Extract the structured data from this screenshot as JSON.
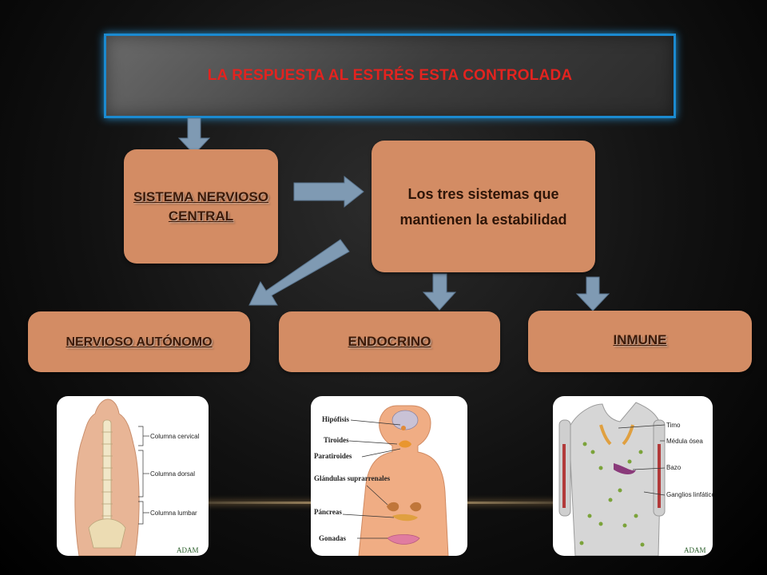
{
  "title": "LA RESPUESTA AL ESTRÉS ESTA CONTROLADA",
  "nodes": {
    "snc": "SISTEMA NERVIOSO CENTRAL",
    "tres": "Los tres sistemas que mantienen la estabilidad",
    "autonomo": "NERVIOSO AUTÓNOMO",
    "endocrino": "ENDOCRINO",
    "inmune": "INMUNE"
  },
  "illustrations": {
    "spine": {
      "labels": [
        "Columna cervical",
        "Columna dorsal",
        "Columna lumbar"
      ],
      "brand": "ADAM"
    },
    "endocrine": {
      "labels": [
        "Hipófisis",
        "Tiroides",
        "Paratiroides",
        "Glándulas suprarrenales",
        "Páncreas",
        "Gonadas"
      ]
    },
    "immune": {
      "labels": [
        "Timo",
        "Médula ósea",
        "Bazo",
        "Ganglios linfáticos"
      ],
      "brand": "ADAM"
    }
  },
  "colors": {
    "title_text": "#e3231f",
    "title_border": "#1b8ad0",
    "box_fill": "#d38c64",
    "arrow_fill": "#7f9ab3"
  }
}
